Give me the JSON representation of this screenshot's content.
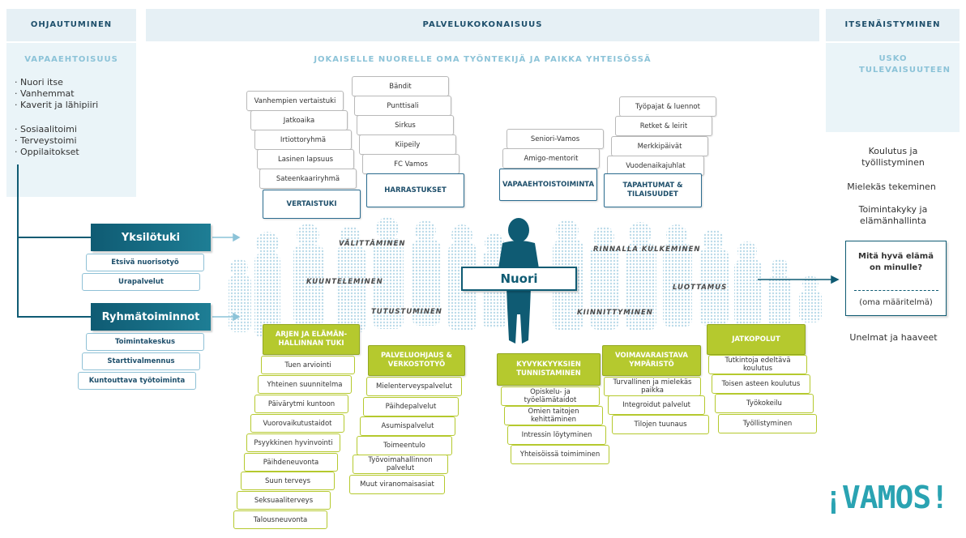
{
  "columns": {
    "left": {
      "title": "OHJAUTUMINEN",
      "subtitle": "VAPAAEHTOISUUS"
    },
    "middle": {
      "title": "PALVELUKOKONAISUUS",
      "subtitle": "JOKAISELLE NUORELLE OMA TYÖNTEKIJÄ JA PAIKKA YHTEISÖSSÄ"
    },
    "right": {
      "title": "ITSENÄISTYMINEN",
      "subtitle": "USKO TULEVAISUUTEEN"
    }
  },
  "referrals": {
    "group1": [
      "· Nuori itse",
      "· Vanhemmat",
      "· Kaverit ja lähipiiri"
    ],
    "group2": [
      "· Sosiaalitoimi",
      "· Terveystoimi",
      "· Oppilaitokset"
    ]
  },
  "yksilotuki": {
    "label": "Yksilötuki",
    "items": [
      "Etsivä nuorisotyö",
      "Urapalvelut"
    ]
  },
  "ryhmatoiminnot": {
    "label": "Ryhmätoiminnot",
    "items": [
      "Toimintakeskus",
      "Starttivalmennus",
      "Kuntouttava työtoiminta"
    ]
  },
  "center": {
    "label": "Nuori"
  },
  "themes": [
    "VÄLITTÄMINEN",
    "KUUNTELEMINEN",
    "TUTUSTUMINEN",
    "RINNALLA KULKEMINEN",
    "LUOTTAMUS",
    "KIINNITTYMINEN"
  ],
  "top_groups": {
    "vertaistuki": {
      "title": "VERTAISTUKI",
      "items": [
        "Vanhempien vertaistuki",
        "Jatkoaika",
        "Irtiottoryhmä",
        "Lasinen lapsuus",
        "Sateenkaariryhmä"
      ]
    },
    "harrastukset": {
      "title": "HARRASTUKSET",
      "items": [
        "Bändit",
        "Punttisali",
        "Sirkus",
        "Kiipeily",
        "FC Vamos"
      ]
    },
    "vapaaehtoistoiminta": {
      "title": "VAPAAEHTOISTOIMINTA",
      "items": [
        "Seniori-Vamos",
        "Amigo-mentorit"
      ]
    },
    "tapahtumat": {
      "title": "TAPAHTUMAT & TILAISUUDET",
      "items": [
        "Työpajat & luennot",
        "Retket & leirit",
        "Merkkipäivät",
        "Vuodenaikajuhlat"
      ]
    }
  },
  "bottom_groups": {
    "arki": {
      "title": "ARJEN JA ELÄMÄN-HALLINNAN TUKI",
      "items": [
        "Tuen arviointi",
        "Yhteinen suunnitelma",
        "Päivärytmi kuntoon",
        "Vuorovaikutustaidot",
        "Psyykkinen hyvinvointi",
        "Päihdeneuvonta",
        "Suun terveys",
        "Seksuaaliterveys",
        "Talousneuvonta"
      ]
    },
    "palveluohjaus": {
      "title": "PALVELUOHJAUS & VERKOSTOTYÖ",
      "items": [
        "Mielenterveyspalvelut",
        "Päihdepalvelut",
        "Asumispalvelut",
        "Toimeentulo",
        "Työvoimahallinnon palvelut",
        "Muut viranomaisasiat"
      ]
    },
    "kyvykkyydet": {
      "title": "KYVYKKYYKSIEN TUNNISTAMINEN",
      "items": [
        "Opiskelu- ja työelämätaidot",
        "Omien taitojen kehittäminen",
        "Intressin löytyminen",
        "Yhteisöissä toimiminen"
      ]
    },
    "voimavarat": {
      "title": "VOIMAVARAISTAVA YMPÄRISTÖ",
      "items": [
        "Turvallinen ja mielekäs paikka",
        "Integroidut palvelut",
        "Tilojen tuunaus"
      ]
    },
    "jatkopolut": {
      "title": "JATKOPOLUT",
      "items": [
        "Tutkintoja edeltävä koulutus",
        "Toisen asteen koulutus",
        "Työkokeilu",
        "Työllistyminen"
      ]
    }
  },
  "outcomes": [
    "Koulutus ja työllistyminen",
    "Mielekäs tekeminen",
    "Toimintakyky ja elämänhallinta"
  ],
  "question": {
    "text": "Mitä hyvä elämä on minulle?",
    "note": "(oma määritelmä)"
  },
  "dreams": "Unelmat ja haaveet",
  "logo": "¡VAMOS!",
  "colors": {
    "dark_teal": "#0f5b73",
    "light_blue": "#eaf4f8",
    "green": "#b5c92e"
  }
}
